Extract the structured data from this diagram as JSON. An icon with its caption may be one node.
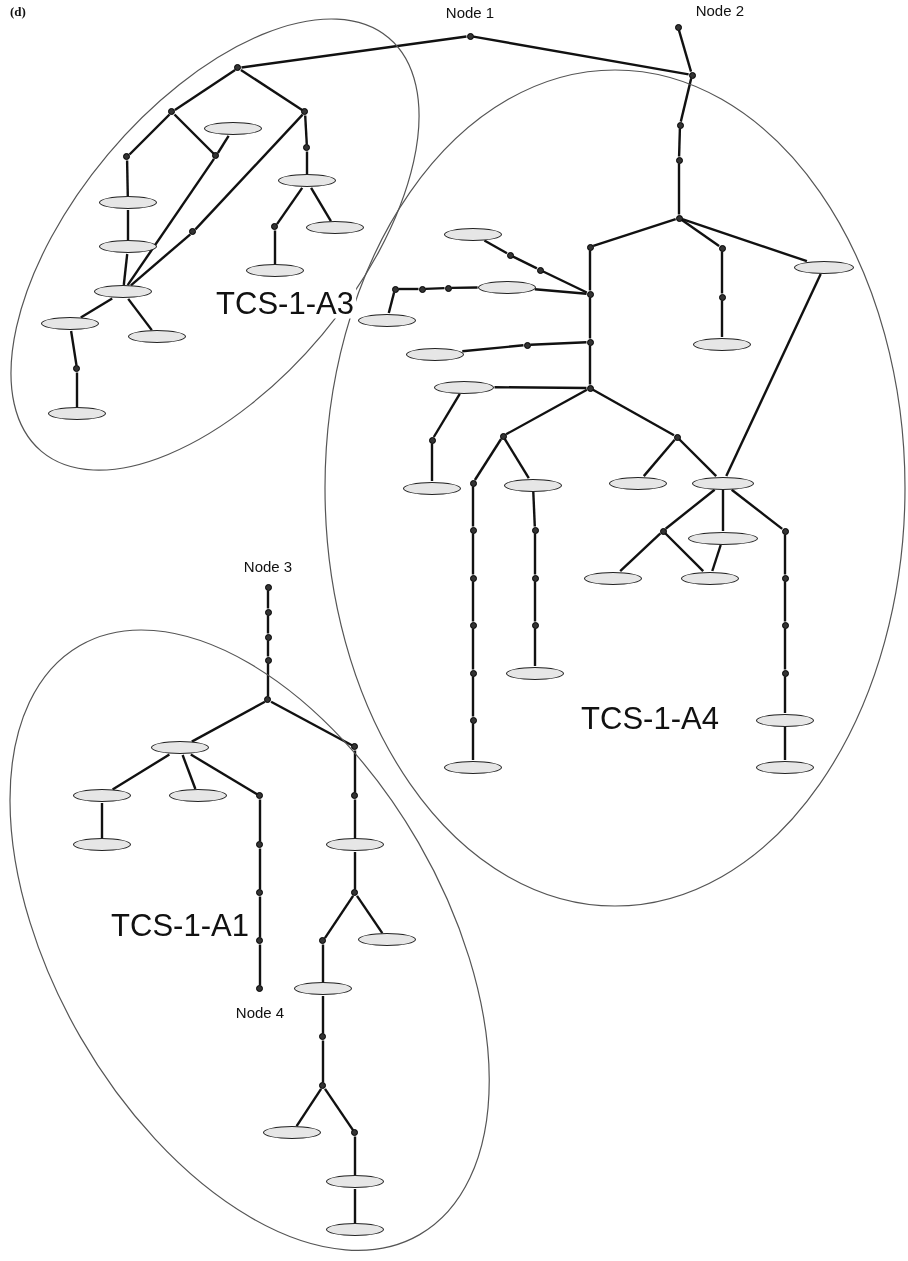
{
  "diagram": {
    "nodes": [
      {
        "text": [
          "Node 1"
        ]
      },
      {
        "text": [
          "Node 2"
        ]
      },
      {
        "text": [
          "TCS-1-A3"
        ]
      },
      {
        "text": [],
        "shape": "circle",
        "in": 2
      },
      {
        "text": [],
        "shape": "circle",
        "in": 2
      },
      {
        "text": [],
        "shape": "circle",
        "in": 2
      },
      {
        "text": [],
        "shape": "circle",
        "in": 2
      },
      {
        "text": [],
        "shape": "ellipse",
        "in": 2
      },
      {
        "text": [],
        "shape": "circle",
        "in": 2
      },
      {
        "text": [],
        "shape": "ellipse",
        "in": 2
      },
      {
        "text": [],
        "shape": "ellipse",
        "in": 2
      },
      {
        "text": [],
        "shape": "ellipse",
        "in": 2
      },
      {
        "text": [],
        "shape": "circle",
        "in": 2
      },
      {
        "text": [],
        "shape": "circle",
        "in": 2
      },
      {
        "text": [],
        "shape": "ellipse",
        "in": 2
      },
      {
        "text": [],
        "shape": "circle",
        "in": 2
      },
      {
        "text": [],
        "shape": "ellipse",
        "in": 2
      },
      {
        "text": [],
        "shape": "ellipse",
        "in": 2
      },
      {
        "text": [],
        "shape": "ellipse",
        "in": 2
      },
      {
        "text": [],
        "shape": "ellipse",
        "in": 2
      },
      {
        "text": [],
        "shape": "circle",
        "in": 2
      },
      {
        "text": [],
        "shape": "ellipse",
        "in": 2
      },
      {
        "text": [],
        "shape": "circle"
      },
      {
        "text": [
          "TCS-1-A4"
        ]
      },
      {
        "text": [],
        "shape": "circle",
        "in": 23
      },
      {
        "text": [],
        "shape": "circle",
        "in": 23
      },
      {
        "text": [],
        "shape": "circle",
        "in": 23
      },
      {
        "text": [],
        "shape": "circle",
        "in": 23
      },
      {
        "text": [],
        "shape": "circle",
        "in": 23
      },
      {
        "text": [],
        "shape": "ellipse",
        "in": 23
      },
      {
        "text": [],
        "shape": "circle",
        "in": 23
      },
      {
        "text": [],
        "shape": "ellipse",
        "in": 23
      },
      {
        "text": [],
        "shape": "circle",
        "in": 23
      },
      {
        "text": [],
        "shape": "circle",
        "in": 23
      },
      {
        "text": [],
        "shape": "circle",
        "in": 23
      },
      {
        "text": [],
        "shape": "ellipse",
        "in": 23
      },
      {
        "text": [],
        "shape": "circle",
        "in": 23
      },
      {
        "text": [],
        "shape": "circle",
        "in": 23
      },
      {
        "text": [],
        "shape": "ellipse",
        "in": 23
      },
      {
        "text": [],
        "shape": "circle",
        "in": 23
      },
      {
        "text": [],
        "shape": "circle",
        "in": 23
      },
      {
        "text": [],
        "shape": "circle",
        "in": 23
      },
      {
        "text": [],
        "shape": "ellipse",
        "in": 23
      },
      {
        "text": [],
        "shape": "ellipse",
        "in": 23
      },
      {
        "text": [],
        "shape": "circle",
        "in": 23
      },
      {
        "text": [],
        "shape": "ellipse",
        "in": 23
      },
      {
        "text": [],
        "shape": "circle",
        "in": 23
      },
      {
        "text": [],
        "shape": "ellipse",
        "in": 23
      },
      {
        "text": [],
        "shape": "circle",
        "in": 23
      },
      {
        "text": [],
        "shape": "circle",
        "in": 23
      },
      {
        "text": [],
        "shape": "circle",
        "in": 23
      },
      {
        "text": [],
        "shape": "ellipse",
        "in": 23
      },
      {
        "text": [],
        "shape": "circle",
        "in": 23
      },
      {
        "text": [],
        "shape": "circle",
        "in": 23
      },
      {
        "text": [],
        "shape": "circle",
        "in": 23
      },
      {
        "text": [],
        "shape": "circle",
        "in": 23
      },
      {
        "text": [],
        "shape": "circle",
        "in": 23
      },
      {
        "text": [],
        "shape": "ellipse",
        "in": 23
      },
      {
        "text": [],
        "shape": "circle",
        "in": 23
      },
      {
        "text": [],
        "shape": "circle",
        "in": 23
      },
      {
        "text": [],
        "shape": "circle",
        "in": 23
      },
      {
        "text": [],
        "shape": "ellipse",
        "in": 23
      },
      {
        "text": [],
        "shape": "ellipse",
        "in": 23
      },
      {
        "text": [],
        "shape": "ellipse",
        "in": 23
      },
      {
        "text": [],
        "shape": "circle",
        "in": 23
      },
      {
        "text": [],
        "shape": "ellipse",
        "in": 23
      },
      {
        "text": [],
        "shape": "circle",
        "in": 23
      },
      {
        "text": [],
        "shape": "ellipse",
        "in": 23
      },
      {
        "text": [],
        "shape": "ellipse",
        "in": 23
      },
      {
        "text": [],
        "shape": "circle",
        "in": 23
      },
      {
        "text": [],
        "shape": "circle",
        "in": 23
      },
      {
        "text": [],
        "shape": "circle",
        "in": 23
      },
      {
        "text": [],
        "shape": "ellipse",
        "in": 23
      },
      {
        "text": [],
        "shape": "ellipse",
        "in": 23
      },
      {
        "text": [
          "Node 3"
        ]
      },
      {
        "text": [],
        "shape": "circle"
      },
      {
        "text": [],
        "shape": "circle"
      },
      {
        "text": [],
        "shape": "circle"
      },
      {
        "text": [
          "TCS-1-A1"
        ]
      },
      {
        "text": [],
        "shape": "circle",
        "in": 78
      },
      {
        "text": [],
        "shape": "ellipse",
        "in": 78
      },
      {
        "text": [],
        "shape": "circle",
        "in": 78
      },
      {
        "text": [],
        "shape": "ellipse",
        "in": 78
      },
      {
        "text": [],
        "shape": "ellipse",
        "in": 78
      },
      {
        "text": [],
        "shape": "circle",
        "in": 78
      },
      {
        "text": [],
        "shape": "ellipse",
        "in": 78
      },
      {
        "text": [],
        "shape": "circle",
        "in": 78
      },
      {
        "text": [],
        "shape": "circle",
        "in": 78
      },
      {
        "text": [],
        "shape": "circle",
        "in": 78
      },
      {
        "text": [
          "Node 4"
        ],
        "in": 78
      },
      {
        "text": [],
        "shape": "circle",
        "in": 78
      },
      {
        "text": [],
        "shape": "ellipse",
        "in": 78
      },
      {
        "text": [],
        "shape": "circle",
        "in": 78
      },
      {
        "text": [],
        "shape": "circle",
        "in": 78
      },
      {
        "text": [],
        "shape": "ellipse",
        "in": 78
      },
      {
        "text": [],
        "shape": "ellipse",
        "in": 78
      },
      {
        "text": [],
        "shape": "circle",
        "in": 78
      },
      {
        "text": [],
        "shape": "circle",
        "in": 78
      },
      {
        "text": [],
        "shape": "ellipse",
        "in": 78
      },
      {
        "text": [],
        "shape": "circle",
        "in": 78
      },
      {
        "text": [],
        "shape": "ellipse",
        "in": 78
      },
      {
        "text": [],
        "shape": "ellipse",
        "in": 78
      }
    ],
    "edges": [
      {
        "from": 0,
        "to": 3,
        "arrow": "none"
      },
      {
        "from": 0,
        "to": 22,
        "arrow": "none"
      },
      {
        "from": 1,
        "to": 22,
        "arrow": "none"
      },
      {
        "from": 22,
        "to": 24,
        "arrow": "none"
      },
      {
        "from": 24,
        "to": 25,
        "arrow": "none"
      },
      {
        "from": 25,
        "to": 26,
        "arrow": "none"
      },
      {
        "from": 3,
        "to": 4,
        "arrow": "none"
      },
      {
        "from": 3,
        "to": 5,
        "arrow": "none"
      },
      {
        "from": 4,
        "to": 8,
        "arrow": "none"
      },
      {
        "from": 4,
        "to": 6,
        "arrow": "none"
      },
      {
        "from": 6,
        "to": 7,
        "arrow": "none"
      },
      {
        "from": 6,
        "to": 11,
        "arrow": "none"
      },
      {
        "from": 8,
        "to": 9,
        "arrow": "none"
      },
      {
        "from": 9,
        "to": 10,
        "arrow": "none"
      },
      {
        "from": 10,
        "to": 11,
        "arrow": "none"
      },
      {
        "from": 5,
        "to": 12,
        "arrow": "none"
      },
      {
        "from": 12,
        "to": 11,
        "arrow": "none"
      },
      {
        "from": 5,
        "to": 13,
        "arrow": "none"
      },
      {
        "from": 13,
        "to": 14,
        "arrow": "none"
      },
      {
        "from": 14,
        "to": 15,
        "arrow": "none"
      },
      {
        "from": 15,
        "to": 16,
        "arrow": "none"
      },
      {
        "from": 14,
        "to": 17,
        "arrow": "none"
      },
      {
        "from": 11,
        "to": 18,
        "arrow": "none"
      },
      {
        "from": 11,
        "to": 19,
        "arrow": "none"
      },
      {
        "from": 18,
        "to": 20,
        "arrow": "none"
      },
      {
        "from": 20,
        "to": 21,
        "arrow": "none"
      },
      {
        "from": 26,
        "to": 27,
        "arrow": "none"
      },
      {
        "from": 26,
        "to": 28,
        "arrow": "none"
      },
      {
        "from": 26,
        "to": 29,
        "arrow": "none"
      },
      {
        "from": 28,
        "to": 30,
        "arrow": "none"
      },
      {
        "from": 30,
        "to": 31,
        "arrow": "none"
      },
      {
        "from": 27,
        "to": 32,
        "arrow": "none"
      },
      {
        "from": 32,
        "to": 33,
        "arrow": "none"
      },
      {
        "from": 33,
        "to": 34,
        "arrow": "none"
      },
      {
        "from": 35,
        "to": 36,
        "arrow": "none"
      },
      {
        "from": 36,
        "to": 37,
        "arrow": "none"
      },
      {
        "from": 37,
        "to": 32,
        "arrow": "none"
      },
      {
        "from": 41,
        "to": 40,
        "arrow": "none"
      },
      {
        "from": 40,
        "to": 39,
        "arrow": "none"
      },
      {
        "from": 39,
        "to": 38,
        "arrow": "none"
      },
      {
        "from": 38,
        "to": 32,
        "arrow": "none"
      },
      {
        "from": 41,
        "to": 42,
        "arrow": "none"
      },
      {
        "from": 43,
        "to": 44,
        "arrow": "none"
      },
      {
        "from": 44,
        "to": 33,
        "arrow": "none"
      },
      {
        "from": 34,
        "to": 45,
        "arrow": "none"
      },
      {
        "from": 45,
        "to": 46,
        "arrow": "none"
      },
      {
        "from": 46,
        "to": 47,
        "arrow": "none"
      },
      {
        "from": 34,
        "to": 48,
        "arrow": "none"
      },
      {
        "from": 34,
        "to": 49,
        "arrow": "none"
      },
      {
        "from": 48,
        "to": 50,
        "arrow": "none"
      },
      {
        "from": 48,
        "to": 51,
        "arrow": "none"
      },
      {
        "from": 50,
        "to": 52,
        "arrow": "none"
      },
      {
        "from": 52,
        "to": 53,
        "arrow": "none"
      },
      {
        "from": 53,
        "to": 54,
        "arrow": "none"
      },
      {
        "from": 54,
        "to": 55,
        "arrow": "none"
      },
      {
        "from": 55,
        "to": 56,
        "arrow": "none"
      },
      {
        "from": 56,
        "to": 57,
        "arrow": "none"
      },
      {
        "from": 51,
        "to": 58,
        "arrow": "none"
      },
      {
        "from": 58,
        "to": 59,
        "arrow": "none"
      },
      {
        "from": 59,
        "to": 60,
        "arrow": "none"
      },
      {
        "from": 60,
        "to": 61,
        "arrow": "none"
      },
      {
        "from": 49,
        "to": 62,
        "arrow": "none"
      },
      {
        "from": 49,
        "to": 63,
        "arrow": "none"
      },
      {
        "from": 29,
        "to": 63,
        "arrow": "none"
      },
      {
        "from": 63,
        "to": 64,
        "arrow": "none"
      },
      {
        "from": 63,
        "to": 65,
        "arrow": "none"
      },
      {
        "from": 63,
        "to": 66,
        "arrow": "none"
      },
      {
        "from": 64,
        "to": 67,
        "arrow": "none"
      },
      {
        "from": 64,
        "to": 68,
        "arrow": "none"
      },
      {
        "from": 65,
        "to": 68,
        "arrow": "none"
      },
      {
        "from": 66,
        "to": 69,
        "arrow": "none"
      },
      {
        "from": 69,
        "to": 70,
        "arrow": "none"
      },
      {
        "from": 70,
        "to": 71,
        "arrow": "none"
      },
      {
        "from": 71,
        "to": 72,
        "arrow": "none"
      },
      {
        "from": 72,
        "to": 73,
        "arrow": "none"
      },
      {
        "from": 74,
        "to": 75,
        "arrow": "none"
      },
      {
        "from": 75,
        "to": 76,
        "arrow": "none"
      },
      {
        "from": 76,
        "to": 77,
        "arrow": "none"
      },
      {
        "from": 77,
        "to": 79,
        "arrow": "none"
      },
      {
        "from": 79,
        "to": 80,
        "arrow": "none"
      },
      {
        "from": 79,
        "to": 81,
        "arrow": "none"
      },
      {
        "from": 80,
        "to": 82,
        "arrow": "none"
      },
      {
        "from": 80,
        "to": 83,
        "arrow": "none"
      },
      {
        "from": 80,
        "to": 84,
        "arrow": "none"
      },
      {
        "from": 82,
        "to": 85,
        "arrow": "none"
      },
      {
        "from": 84,
        "to": 86,
        "arrow": "none"
      },
      {
        "from": 86,
        "to": 87,
        "arrow": "none"
      },
      {
        "from": 87,
        "to": 88,
        "arrow": "none"
      },
      {
        "from": 88,
        "to": 89,
        "arrow": "none"
      },
      {
        "from": 81,
        "to": 90,
        "arrow": "none"
      },
      {
        "from": 90,
        "to": 91,
        "arrow": "none"
      },
      {
        "from": 91,
        "to": 92,
        "arrow": "none"
      },
      {
        "from": 92,
        "to": 93,
        "arrow": "none"
      },
      {
        "from": 92,
        "to": 94,
        "arrow": "none"
      },
      {
        "from": 93,
        "to": 95,
        "arrow": "none"
      },
      {
        "from": 95,
        "to": 96,
        "arrow": "none"
      },
      {
        "from": 96,
        "to": 97,
        "arrow": "none"
      },
      {
        "from": 97,
        "to": 98,
        "arrow": "none"
      },
      {
        "from": 97,
        "to": 99,
        "arrow": "none"
      },
      {
        "from": 99,
        "to": 100,
        "arrow": "none"
      },
      {
        "from": 100,
        "to": 101,
        "arrow": "none"
      }
    ],
    "labels": [
      "(d)"
    ]
  }
}
